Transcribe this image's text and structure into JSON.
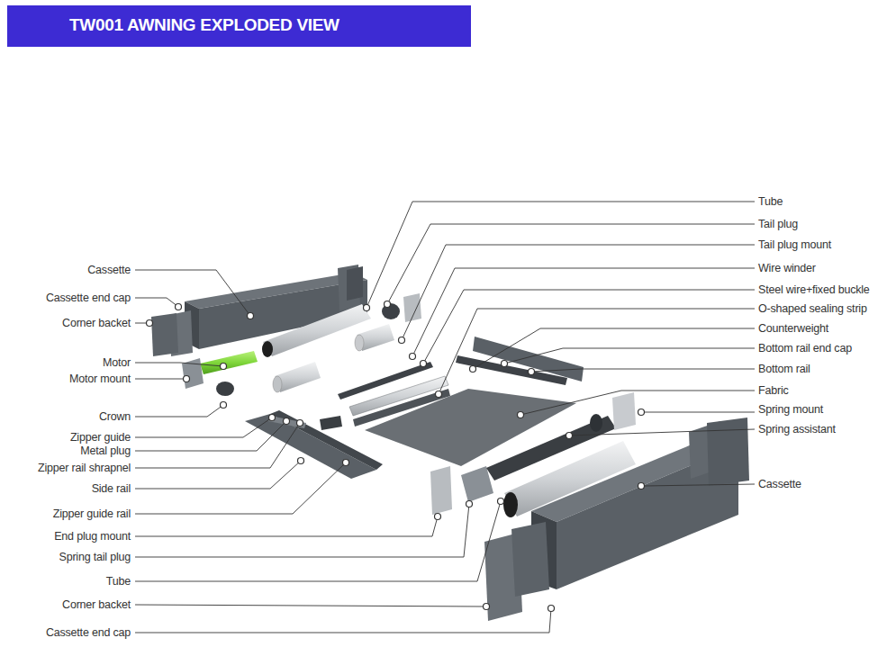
{
  "diagram": {
    "title": "TW001 AWNING EXPLODED VIEW",
    "labels": [
      "Tube",
      "Tail plug",
      "Tail plug mount",
      "Wire winder",
      "Steel wire+fixed buckle",
      "O-shaped sealing strip",
      "Counterweight",
      "Bottom rail end cap",
      "Bottom rail",
      "Fabric",
      "Spring mount",
      "Spring assistant",
      "Cassette",
      "Cassette",
      "Cassette end cap",
      "Corner backet",
      "Motor",
      "Motor mount",
      "Crown",
      "Zipper guide",
      "Metal plug",
      "Zipper rail shrapnel",
      "Side rail",
      "Zipper guide rail",
      "End plug mount",
      "Spring tail plug",
      "Tube",
      "Corner backet",
      "Cassette end cap"
    ]
  }
}
